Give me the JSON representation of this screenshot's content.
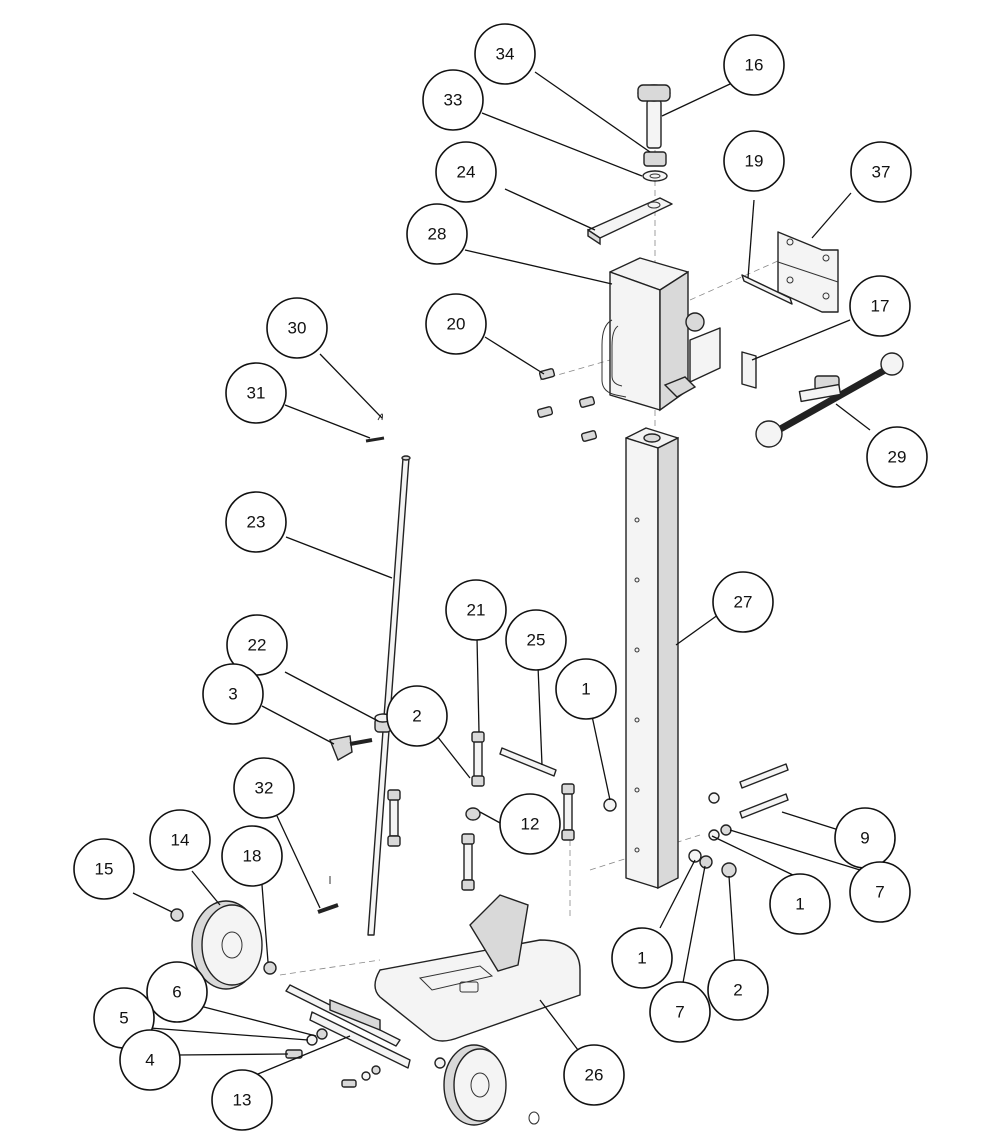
{
  "diagram": {
    "callouts": [
      {
        "id": "c34",
        "label": "34"
      },
      {
        "id": "c16",
        "label": "16"
      },
      {
        "id": "c33",
        "label": "33"
      },
      {
        "id": "c24",
        "label": "24"
      },
      {
        "id": "c19",
        "label": "19"
      },
      {
        "id": "c37",
        "label": "37"
      },
      {
        "id": "c28",
        "label": "28"
      },
      {
        "id": "c20",
        "label": "20"
      },
      {
        "id": "c17",
        "label": "17"
      },
      {
        "id": "c30",
        "label": "30"
      },
      {
        "id": "c31",
        "label": "31"
      },
      {
        "id": "c29",
        "label": "29"
      },
      {
        "id": "c23",
        "label": "23"
      },
      {
        "id": "c27",
        "label": "27"
      },
      {
        "id": "c21",
        "label": "21"
      },
      {
        "id": "c25",
        "label": "25"
      },
      {
        "id": "c22",
        "label": "22"
      },
      {
        "id": "c1a",
        "label": "1"
      },
      {
        "id": "c3",
        "label": "3"
      },
      {
        "id": "c2a",
        "label": "2"
      },
      {
        "id": "c32",
        "label": "32"
      },
      {
        "id": "c12",
        "label": "12"
      },
      {
        "id": "c9",
        "label": "9"
      },
      {
        "id": "c14",
        "label": "14"
      },
      {
        "id": "c18",
        "label": "18"
      },
      {
        "id": "c15",
        "label": "15"
      },
      {
        "id": "c1b",
        "label": "1"
      },
      {
        "id": "c7a",
        "label": "7"
      },
      {
        "id": "c6",
        "label": "6"
      },
      {
        "id": "c1c",
        "label": "1"
      },
      {
        "id": "c2b",
        "label": "2"
      },
      {
        "id": "c5",
        "label": "5"
      },
      {
        "id": "c7b",
        "label": "7"
      },
      {
        "id": "c4",
        "label": "4"
      },
      {
        "id": "c26",
        "label": "26"
      },
      {
        "id": "c13",
        "label": "13"
      }
    ]
  }
}
